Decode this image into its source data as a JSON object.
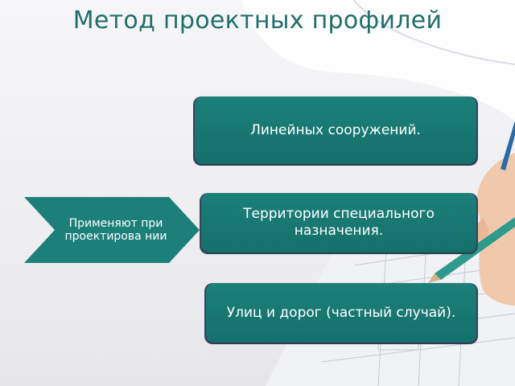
{
  "title": "Метод проектных профилей",
  "source": {
    "text": "Применяют при проектирова нии"
  },
  "targets": [
    {
      "text": "Линейных сооружений."
    },
    {
      "text": "Территории специального назначения."
    },
    {
      "text": "Улиц и дорог (частный случай)."
    }
  ],
  "colors": {
    "accent": "#1c7f79",
    "title": "#1f6f6a",
    "box_edge": "#3c4a66"
  }
}
